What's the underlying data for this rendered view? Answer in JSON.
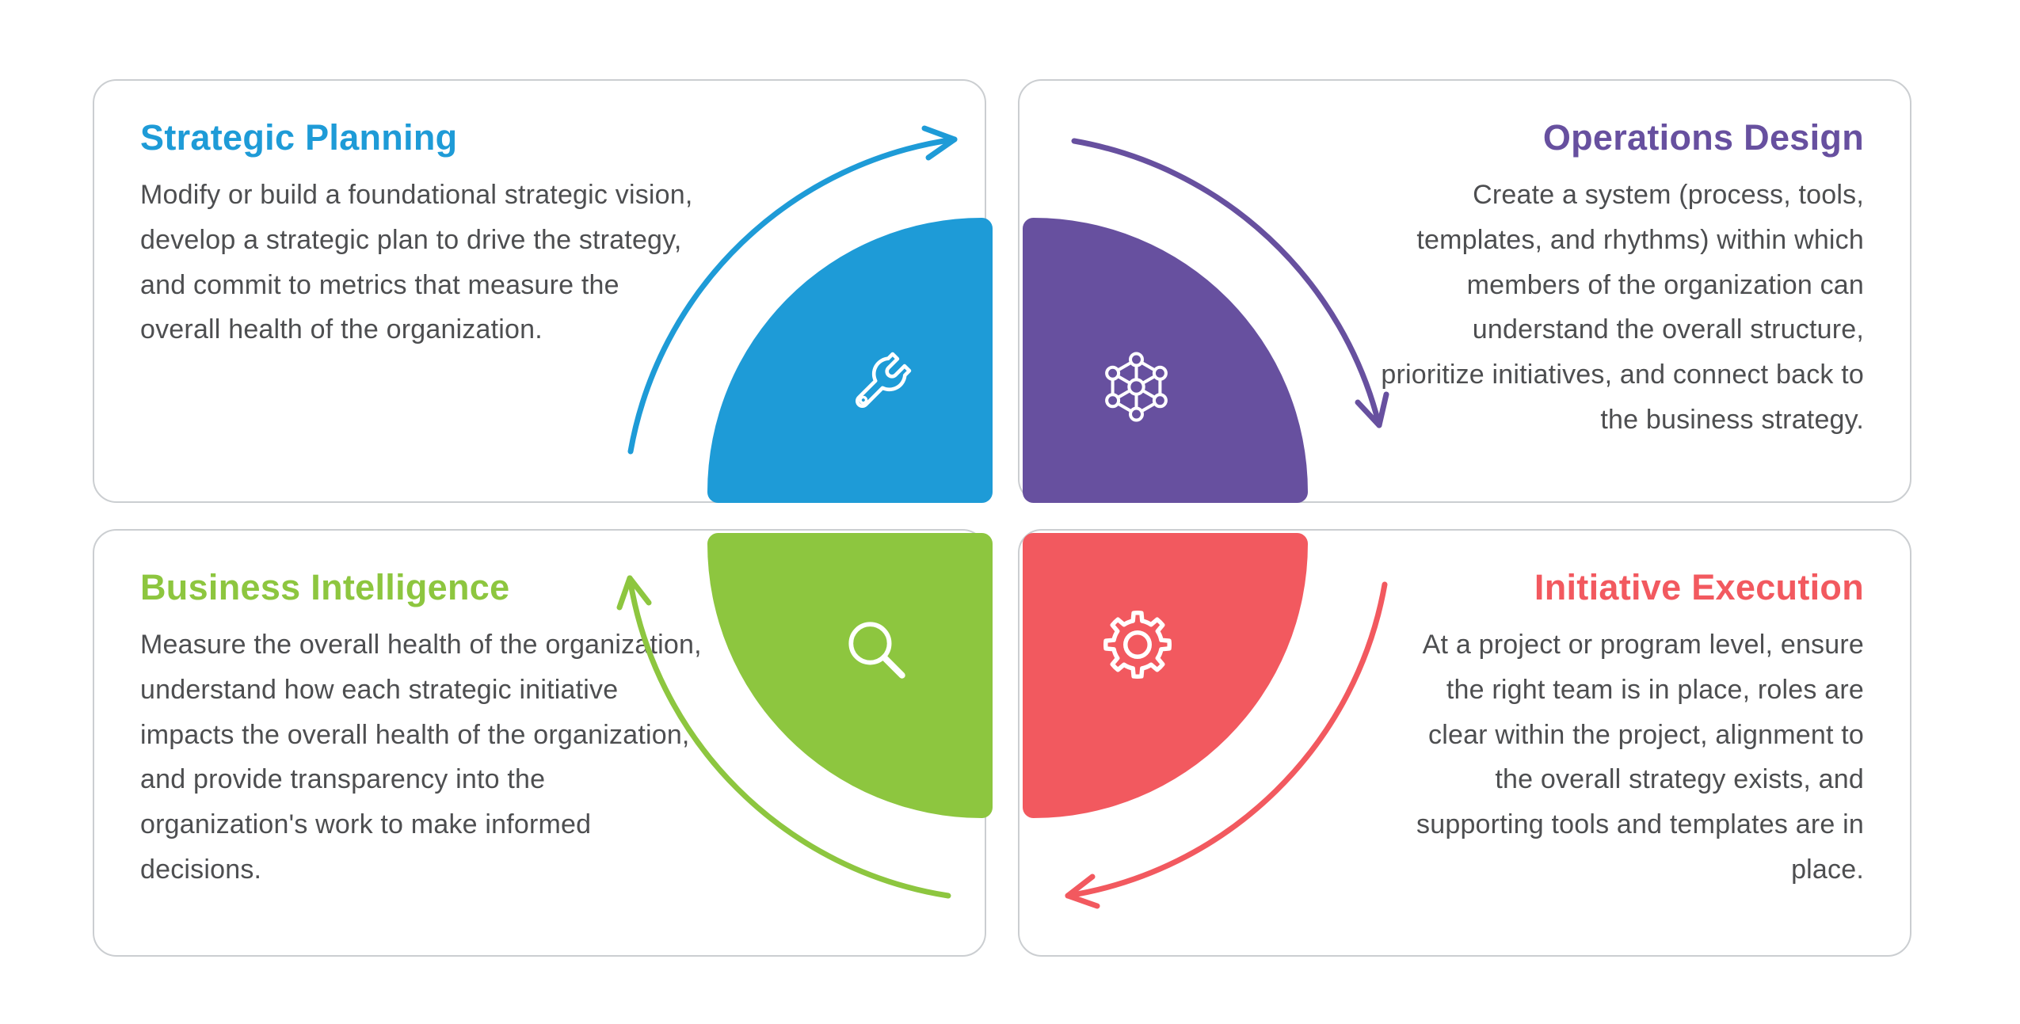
{
  "colors": {
    "blue": "#1E9BD7",
    "purple": "#67509F",
    "green": "#8DC63F",
    "red": "#F2595F",
    "card_border": "#CBCED1",
    "body_text": "#4D4E50",
    "icon_stroke": "#FFFFFF"
  },
  "quadrants": [
    {
      "title": "Strategic Planning",
      "body": "Modify or build a foundational strategic vision, develop a strategic plan to drive the strategy, and commit to metrics that measure the overall health of the organization.",
      "icon": "wrench-icon",
      "color": "#1E9BD7",
      "position": "top-left"
    },
    {
      "title": "Operations Design",
      "body": "Create a system (process, tools, templates, and rhythms) within which members of the organization can understand the overall structure, prioritize initiatives, and connect back to the business strategy.",
      "icon": "network-icon",
      "color": "#67509F",
      "position": "top-right"
    },
    {
      "title": "Business Intelligence",
      "body": "Measure the overall health of the organization, understand how each strategic initiative impacts the overall health of the organization, and provide transparency into the organization's work to make informed decisions.",
      "icon": "magnifier-icon",
      "color": "#8DC63F",
      "position": "bottom-left"
    },
    {
      "title": "Initiative Execution",
      "body": "At a project or program level, ensure the right team is in place, roles are clear within the project, alignment to the overall strategy exists, and supporting tools and templates are in place.",
      "icon": "gear-icon",
      "color": "#F2595F",
      "position": "bottom-right"
    }
  ],
  "cycle": {
    "direction": "clockwise",
    "arrows": [
      {
        "name": "planning-to-design",
        "color": "#1E9BD7"
      },
      {
        "name": "design-to-execution",
        "color": "#67509F"
      },
      {
        "name": "execution-to-intelligence",
        "color": "#F2595F"
      },
      {
        "name": "intelligence-to-planning",
        "color": "#8DC63F"
      }
    ]
  }
}
